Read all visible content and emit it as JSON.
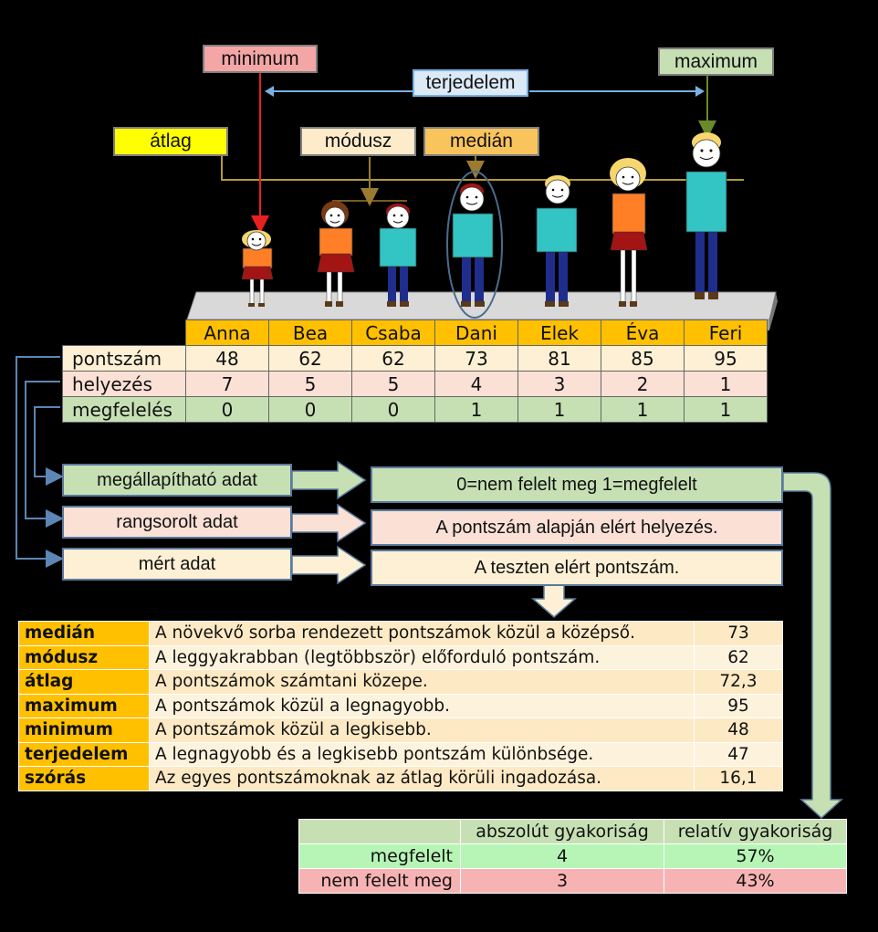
{
  "labels": {
    "minimum": "minimum",
    "maximum": "maximum",
    "terjedelem": "terjedelem",
    "atlag": "átlag",
    "modusz": "módusz",
    "median": "medián"
  },
  "people": [
    "Anna",
    "Bea",
    "Csaba",
    "Dani",
    "Elek",
    "Éva",
    "Feri"
  ],
  "rows": [
    {
      "label": "pontszám",
      "values": [
        "48",
        "62",
        "62",
        "73",
        "81",
        "85",
        "95"
      ]
    },
    {
      "label": "helyezés",
      "values": [
        "7",
        "5",
        "5",
        "4",
        "3",
        "2",
        "1"
      ]
    },
    {
      "label": "megfelelés",
      "values": [
        "0",
        "0",
        "0",
        "1",
        "1",
        "1",
        "1"
      ]
    }
  ],
  "data_types": [
    {
      "name": "megállapítható adat",
      "desc": "0=nem felelt meg 1=megfelelt"
    },
    {
      "name": "rangsorolt adat",
      "desc": "A pontszám alapján elért helyezés."
    },
    {
      "name": "mért adat",
      "desc": "A teszten elért pontszám."
    }
  ],
  "stats": [
    {
      "term": "medián",
      "desc": "A növekvő sorba rendezett pontszámok közül a középső.",
      "value": "73"
    },
    {
      "term": "módusz",
      "desc": "A leggyakrabban (legtöbbször) előforduló pontszám.",
      "value": "62"
    },
    {
      "term": "átlag",
      "desc": "A pontszámok számtani közepe.",
      "value": "72,3"
    },
    {
      "term": "maximum",
      "desc": "A pontszámok közül a legnagyobb.",
      "value": "95"
    },
    {
      "term": "minimum",
      "desc": "A pontszámok közül a legkisebb.",
      "value": "48"
    },
    {
      "term": "terjedelem",
      "desc": "A legnagyobb és a legkisebb pontszám különbsége.",
      "value": "47"
    },
    {
      "term": "szórás",
      "desc": "Az egyes pontszámoknak az átlag körüli ingadozása.",
      "value": "16,1"
    }
  ],
  "freq": {
    "headers": [
      "abszolút gyakoriság",
      "relatív gyakoriság"
    ],
    "rows": [
      {
        "label": "megfelelt",
        "abs": "4",
        "rel": "57%"
      },
      {
        "label": "nem felelt meg",
        "abs": "3",
        "rel": "43%"
      }
    ]
  },
  "colors": {
    "minimum_bg": "#f4a6a6",
    "maximum_bg": "#c6e0b4",
    "terjedelem_bg": "#dce9f7",
    "atlag_bg": "#ffff00",
    "modusz_bg": "#fdebc9",
    "median_bg": "#f9c45c",
    "header_orange": "#ffc000",
    "row_score": "#fdf0d5",
    "row_rank": "#fbe0d6",
    "row_pass": "#c6e0b4",
    "shirt_orange": "#ff7f27",
    "shirt_teal": "#33c4c4",
    "pants_navy": "#1f2e8c",
    "skirt_red": "#a31515"
  }
}
